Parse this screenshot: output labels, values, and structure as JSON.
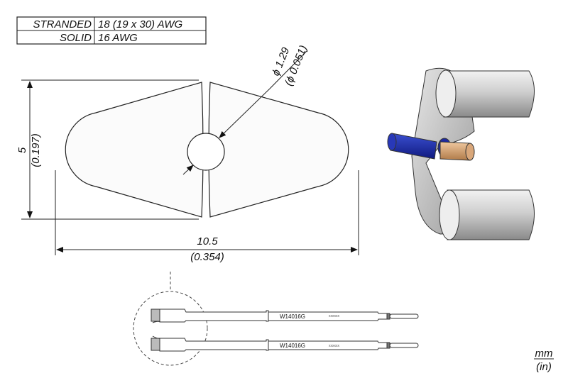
{
  "wire_table": {
    "rows": [
      {
        "type": "STRANDED",
        "gauge": "18 (19 x 30) AWG"
      },
      {
        "type": "SOLID",
        "gauge": "16 AWG"
      }
    ]
  },
  "dimensions": {
    "height_mm": "5",
    "height_in": "(0.197)",
    "width_mm": "10.5",
    "width_in": "(0.354)",
    "hole_mm": "ϕ 1.29",
    "hole_in": "(ϕ 0.051)"
  },
  "tip": {
    "marking": "W14016G",
    "serial": "xxxxxx"
  },
  "units": {
    "primary": "mm",
    "secondary": "(in)"
  }
}
